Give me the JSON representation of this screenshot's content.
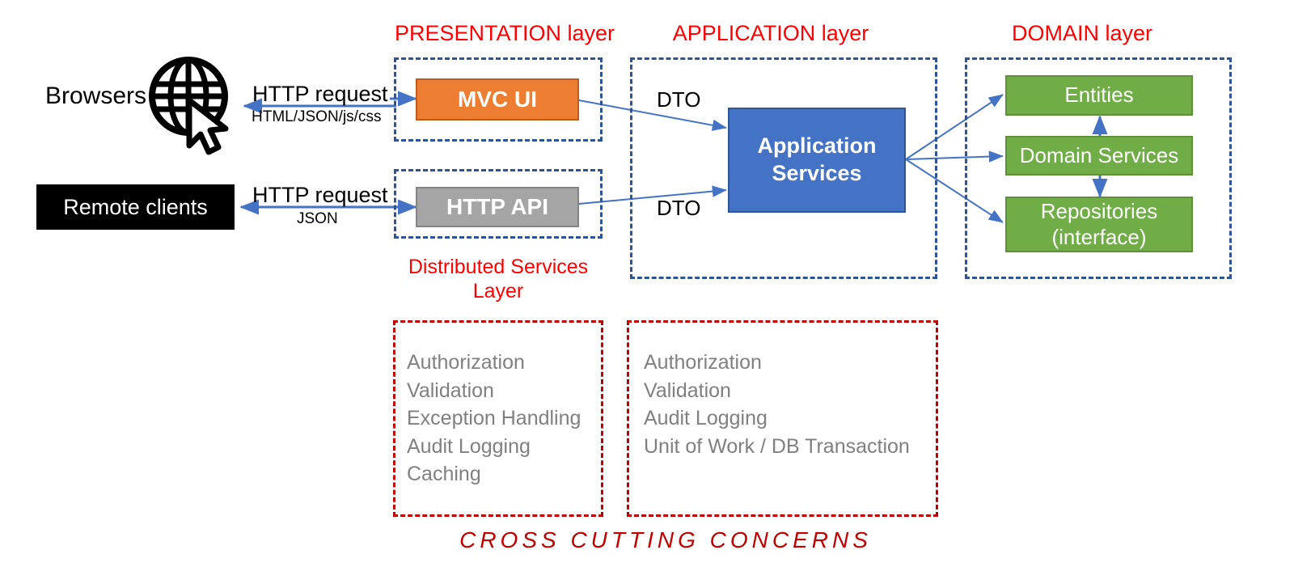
{
  "diagram": {
    "layers": [
      {
        "id": "presentation",
        "title": "PRESENTATION layer"
      },
      {
        "id": "application",
        "title": "APPLICATION layer"
      },
      {
        "id": "domain",
        "title": "DOMAIN layer"
      }
    ],
    "actors": [
      {
        "id": "browsers",
        "label": "Browsers",
        "icon": "globe-cursor-icon"
      },
      {
        "id": "remote-clients",
        "label": "Remote clients"
      }
    ],
    "components": {
      "mvc_ui": "MVC UI",
      "http_api": "HTTP API",
      "application_services": "Application\nServices",
      "application_services_line1": "Application",
      "application_services_line2": "Services",
      "entities": "Entities",
      "domain_services": "Domain Services",
      "repositories_line1": "Repositories",
      "repositories_line2": "(interface)"
    },
    "edges": {
      "browser_request": "HTTP request",
      "browser_response": "HTML/JSON/js/css",
      "client_request": "HTTP request",
      "client_response": "JSON",
      "dto_top": "DTO",
      "dto_bottom": "DTO"
    },
    "distributed_services_layer": {
      "line1": "Distributed Services",
      "line2": "Layer"
    },
    "cross_cutting": {
      "footer": "CROSS  CUTTING  CONCERNS",
      "presentation_concerns": "Authorization\nValidation\nException Handling\nAudit Logging\nCaching",
      "application_concerns": "Authorization\nValidation\nAudit Logging\nUnit of Work / DB Transaction"
    },
    "colors": {
      "layer_title": "#FF0000",
      "layer_border": "#2E5496",
      "cross_cutting_border": "#C00000",
      "mvc_ui": "#ED7D31",
      "http_api": "#A5A5A5",
      "application_services": "#4472C4",
      "domain_box": "#70AD47",
      "actor_box": "#000000",
      "arrow": "#4472C4",
      "concern_text": "#808080"
    }
  }
}
